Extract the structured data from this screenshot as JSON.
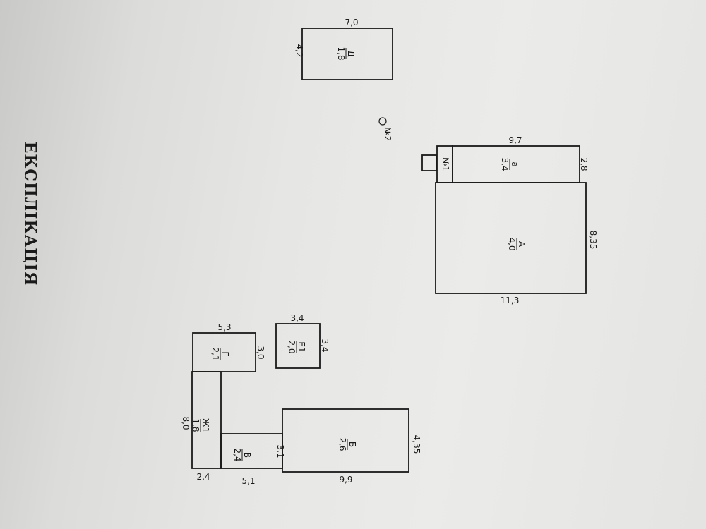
{
  "heading": "ЕКСПЛІКАЦІЯ",
  "well_label": "№2",
  "buildings": {
    "D": {
      "letter": "Д",
      "height": "1,8",
      "dim_top": "7,0",
      "dim_side": "4,2"
    },
    "a": {
      "letter": "а",
      "height": "3,4",
      "dim_top": "9,7",
      "dim_side": "2,8",
      "porch": "№1"
    },
    "A": {
      "letter": "А",
      "height": "4,0",
      "dim_side": "8,35",
      "dim_bottom": "11,3"
    },
    "G": {
      "letter": "Г",
      "height": "2,1",
      "dim_top": "5,3",
      "dim_side": "3,0"
    },
    "E1": {
      "letter": "Е1",
      "height": "2,0",
      "dim_top": "3,4",
      "dim_side": "3,4"
    },
    "Zh1": {
      "letter": "Ж1",
      "height": "1,8",
      "dim_left": "8,0",
      "dim_bottom": "2,4"
    },
    "V": {
      "letter": "В",
      "height": "2,4",
      "dim_side": "3,1",
      "dim_bottom": "5,1"
    },
    "B": {
      "letter": "Б",
      "height": "2,6",
      "dim_side": "4,35",
      "dim_bottom": "9,9"
    }
  }
}
